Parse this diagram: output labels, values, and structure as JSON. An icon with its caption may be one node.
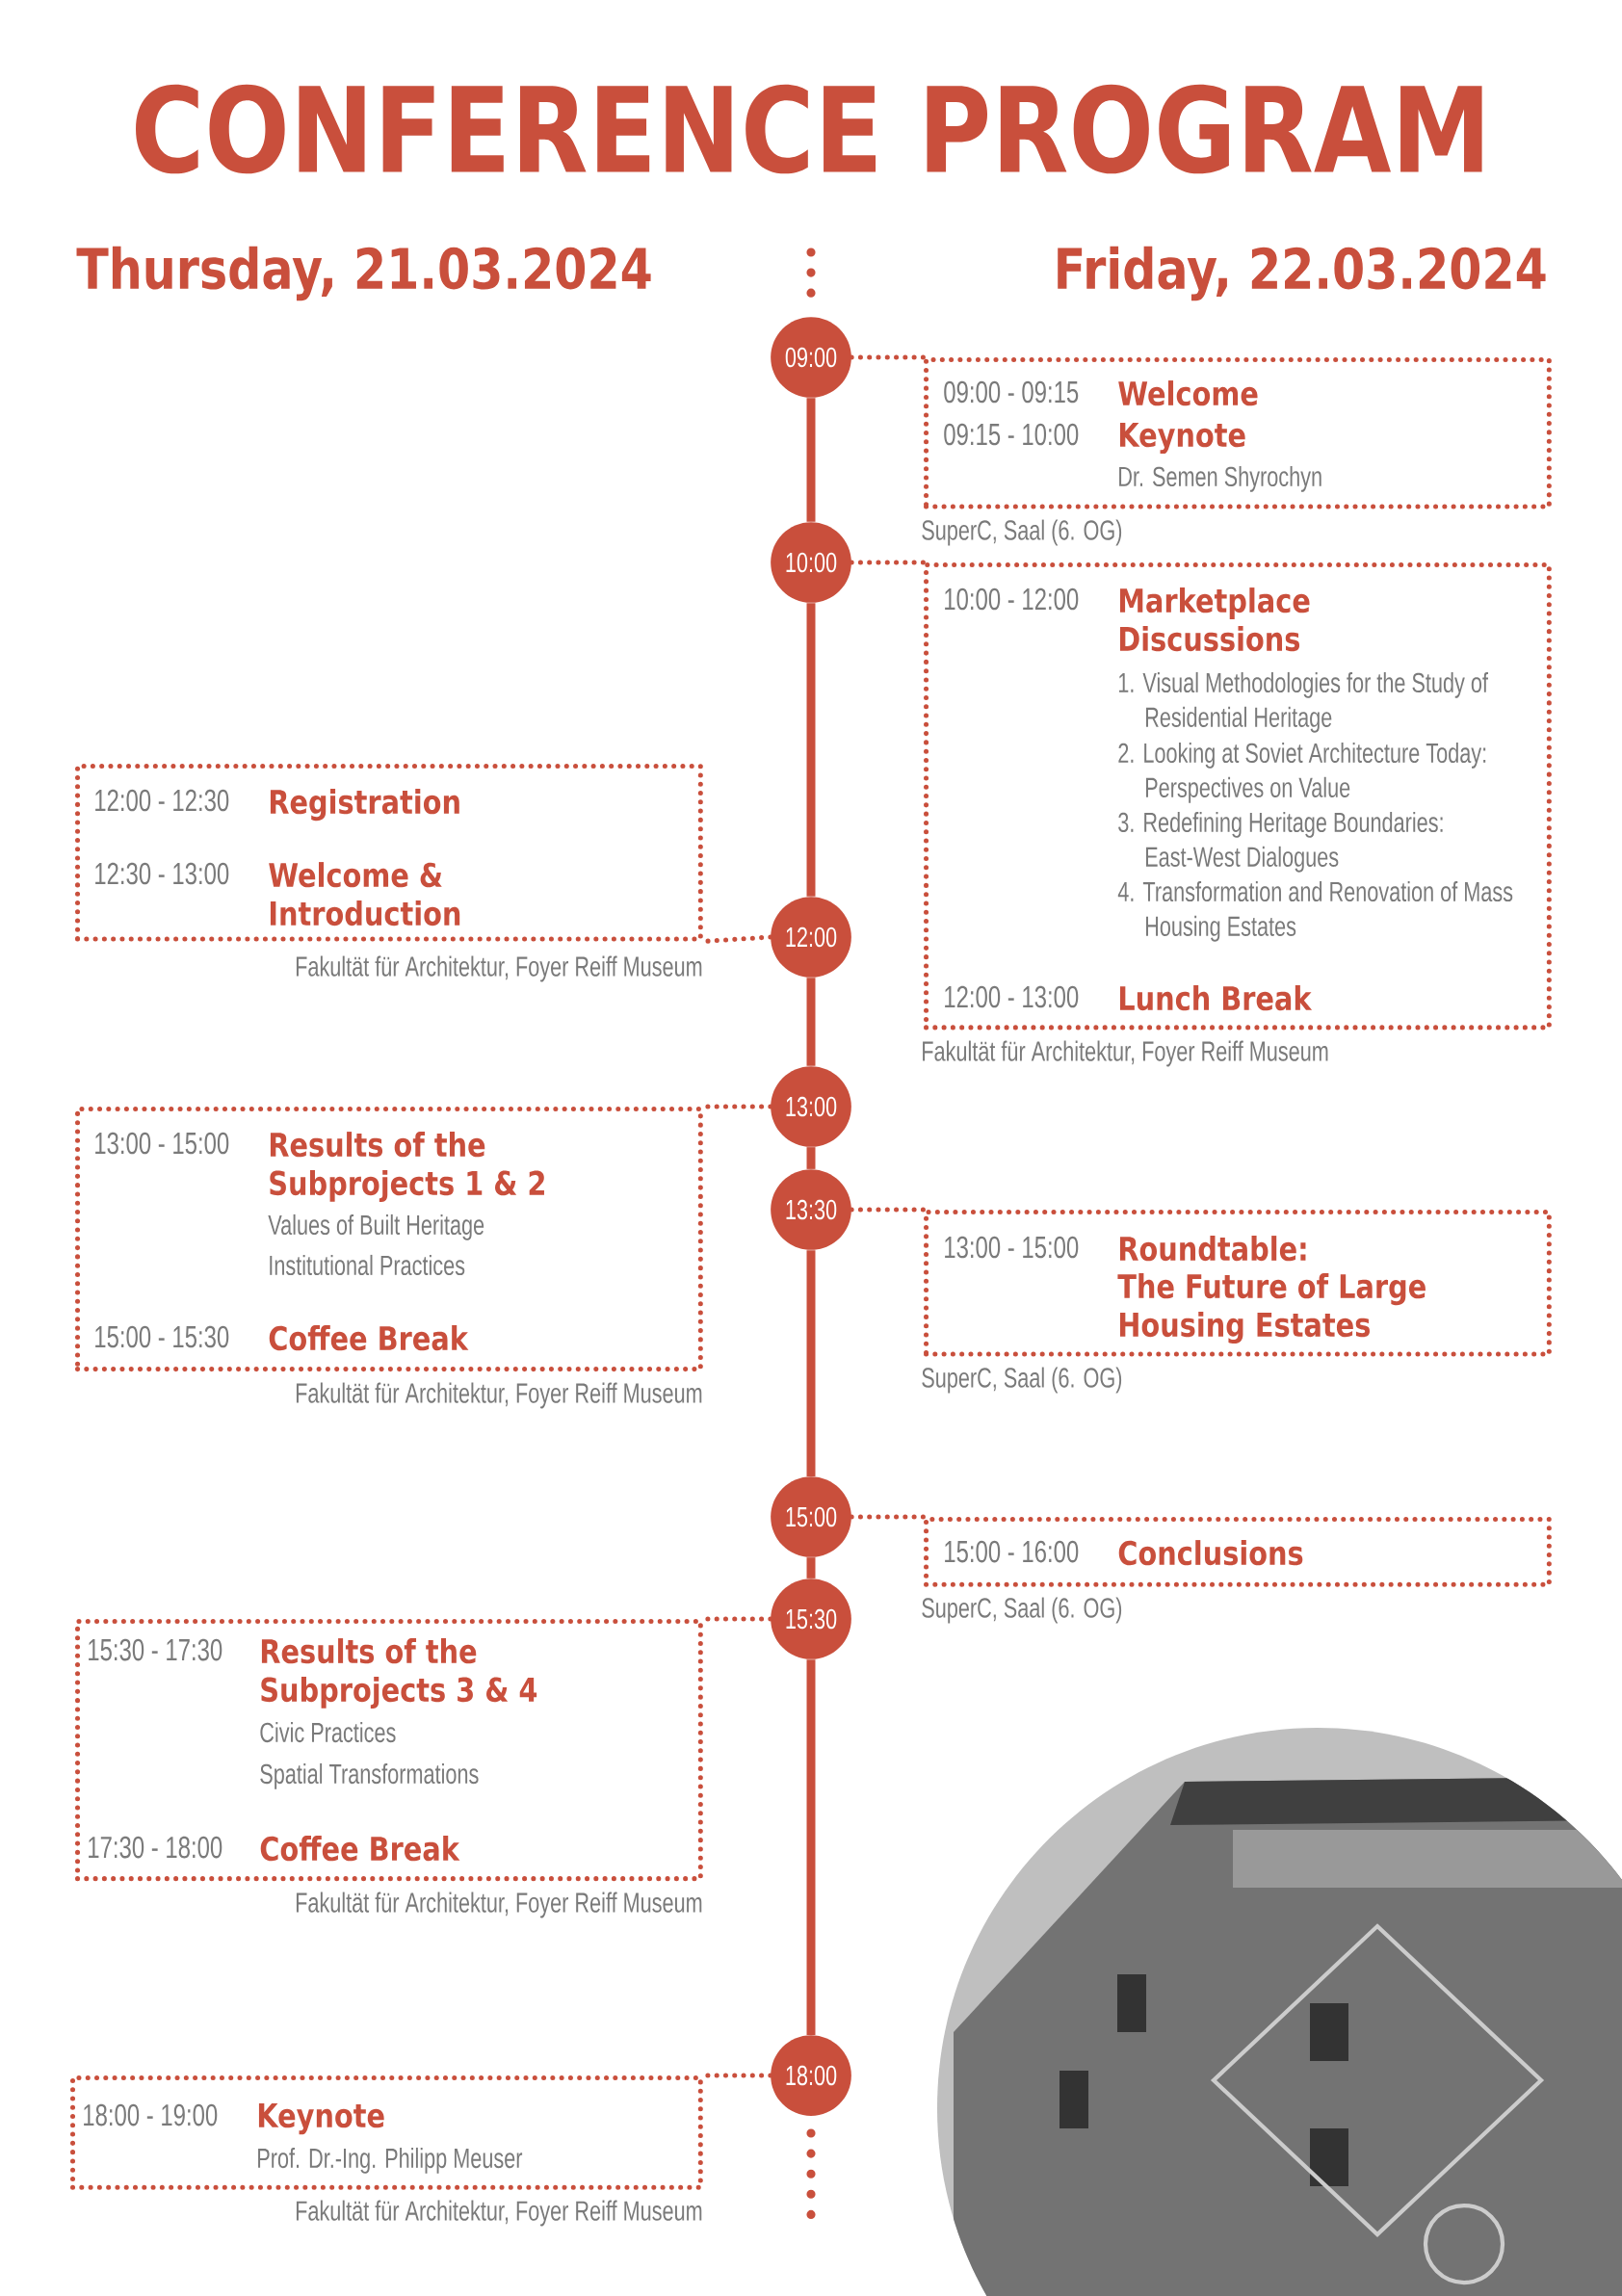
{
  "diagram": {
    "title": "CONFERENCE PROGRAM",
    "nodes": [
      {
        "text": [
          "09:00"
        ]
      },
      {
        "text": [
          "09:00 - 09:15",
          "Welcome",
          "09:15 - 10:00",
          "Keynote",
          "Dr. Semen Shyrochyn"
        ],
        "beside": [
          "SuperC, Saal (6. OG)"
        ]
      },
      {
        "text": [
          "10:00"
        ]
      },
      {
        "text": [
          "10:00 - 12:00",
          "Marketplace Discussions",
          "1. Visual Methodologies for the Study of Residential Heritage",
          "2. Looking at Soviet Architecture Today: Perspectives on Value",
          "3. Redefining Heritage Boundaries: East-West Dialogues",
          "4. Transformation and Renovation of Mass Housing Estates",
          "12:00 - 13:00",
          "Lunch Break"
        ],
        "beside": [
          "Fakultät für Architektur, Foyer Reiff Museum"
        ]
      },
      {
        "text": [
          "12:00 - 12:30",
          "Registration",
          "12:30 - 13:00",
          "Welcome & Introduction"
        ],
        "beside": [
          "Fakultät für Architektur, Foyer Reiff Museum"
        ]
      },
      {
        "text": [
          "12:00"
        ]
      },
      {
        "text": [
          "13:00"
        ]
      },
      {
        "text": [
          "13:00 - 15:00",
          "Results of the Subprojects 1 & 2",
          "Values of Built Heritage",
          "Institutional Practices",
          "15:00 - 15:30",
          "Coffee Break"
        ],
        "beside": [
          "Fakultät für Architektur, Foyer Reiff Museum"
        ]
      },
      {
        "text": [
          "13:30"
        ]
      },
      {
        "text": [
          "13:00 - 15:00",
          "Roundtable:",
          "The Future of Large Housing Estates"
        ],
        "beside": [
          "SuperC, Saal (6. OG)"
        ]
      },
      {
        "text": [
          "15:00"
        ]
      },
      {
        "text": [
          "15:00 - 16:00",
          "Conclusions"
        ],
        "beside": [
          "SuperC, Saal (6. OG)"
        ]
      },
      {
        "text": [
          "15:30"
        ]
      },
      {
        "text": [
          "15:30 - 17:30",
          "Results of the Subprojects 3 & 4",
          "Civic Practices",
          "Spatial Transformations",
          "17:30 - 18:00",
          "Coffee Break"
        ],
        "beside": [
          "Fakultät für Architektur, Foyer Reiff Museum"
        ]
      },
      {
        "text": [
          "18:00"
        ]
      },
      {
        "text": [
          "18:00 - 19:00",
          "Keynote",
          "Prof. Dr.-Ing. Philipp Meuser"
        ],
        "beside": [
          "Fakultät für Architektur, Foyer Reiff Museum"
        ]
      }
    ],
    "edges": [
      {
        "from": 0,
        "to": 1,
        "arrow": "none",
        "style": "dashed"
      },
      {
        "from": 2,
        "to": 3,
        "arrow": "none",
        "style": "dashed"
      },
      {
        "from": 5,
        "to": 4,
        "arrow": "none",
        "style": "dashed"
      },
      {
        "from": 6,
        "to": 7,
        "arrow": "none",
        "style": "dashed"
      },
      {
        "from": 8,
        "to": 9,
        "arrow": "none",
        "style": "dashed"
      },
      {
        "from": 10,
        "to": 11,
        "arrow": "none",
        "style": "dashed"
      },
      {
        "from": 12,
        "to": 13,
        "arrow": "none",
        "style": "dashed"
      },
      {
        "from": 14,
        "to": 15,
        "arrow": "none",
        "style": "dashed"
      },
      {
        "from": 0,
        "to": 2,
        "arrow": "none"
      },
      {
        "from": 2,
        "to": 5,
        "arrow": "none"
      },
      {
        "from": 5,
        "to": 6,
        "arrow": "none"
      },
      {
        "from": 6,
        "to": 8,
        "arrow": "none"
      },
      {
        "from": 8,
        "to": 10,
        "arrow": "none"
      },
      {
        "from": 10,
        "to": 12,
        "arrow": "none"
      },
      {
        "from": 12,
        "to": 14,
        "arrow": "none"
      }
    ],
    "labels": [
      "Thursday, 21.03.2024",
      "Friday, 22.03.2024"
    ]
  }
}
